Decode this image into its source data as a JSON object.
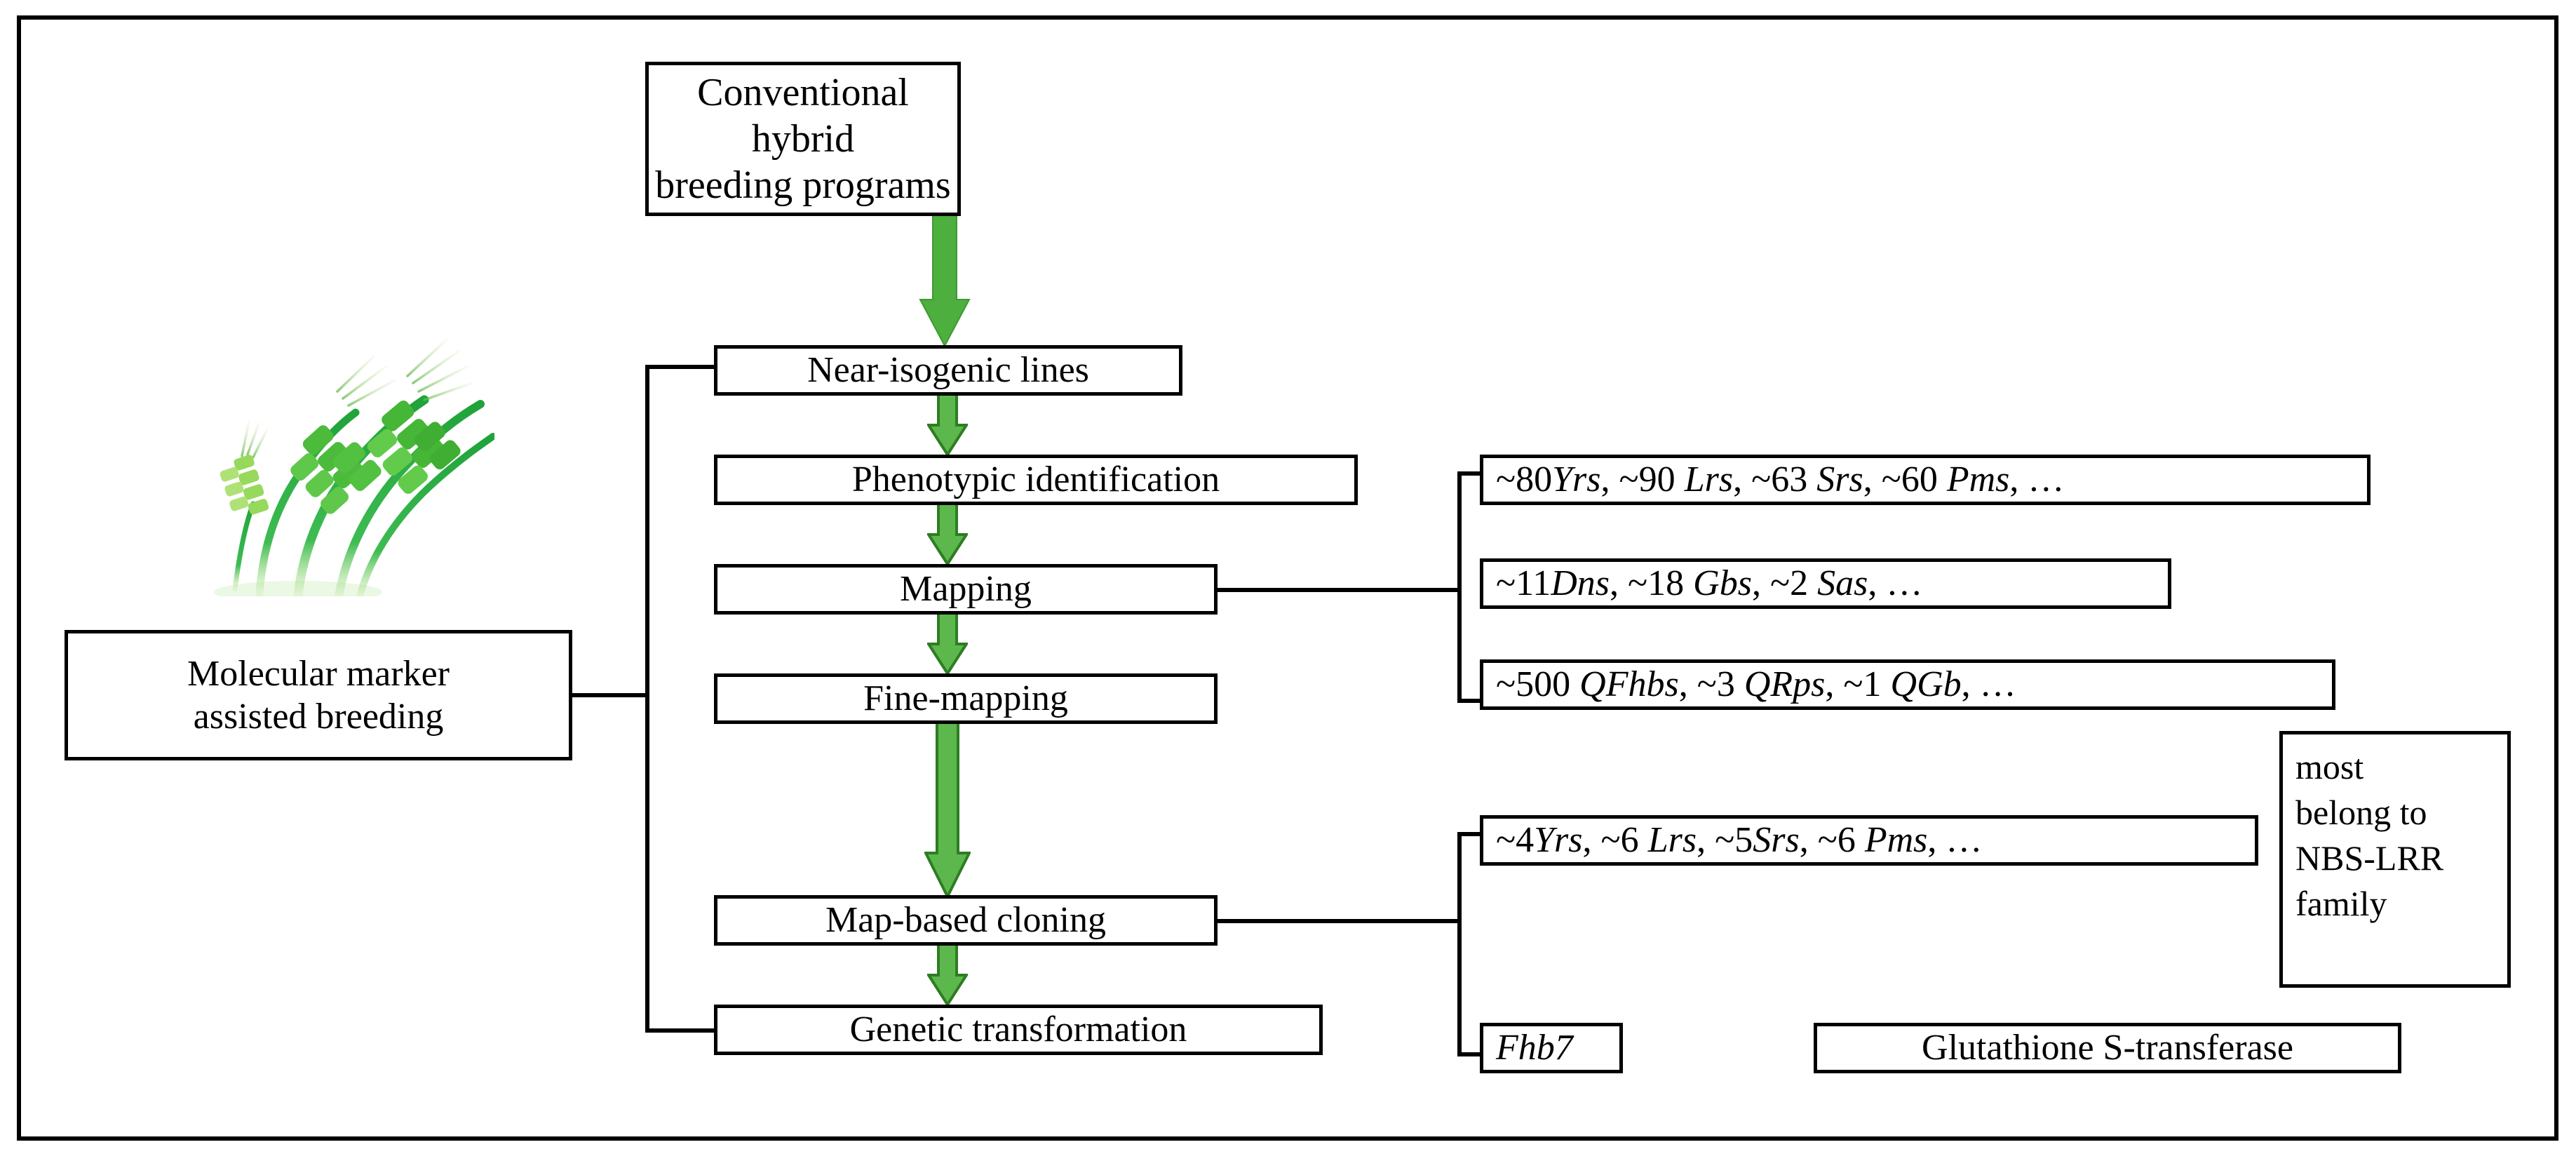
{
  "figure": {
    "kind": "flowchart",
    "frame_color": "#000000",
    "arrow_fill": "#4CAF3E",
    "arrow_stroke": "#2E7D22",
    "background": "#ffffff"
  },
  "illustration": {
    "name": "green-wheat-stalks",
    "colors": {
      "dark_green": "#22A03A",
      "mid_green": "#4CBB3C",
      "light_green": "#8DD44F",
      "pale_green": "#BCE08A"
    }
  },
  "pipeline": {
    "title_box": "Conventional hybrid\nbreeding programs",
    "steps": [
      {
        "id": "near-isogenic-lines",
        "label": "Near-isogenic lines"
      },
      {
        "id": "phenotypic-identification",
        "label": "Phenotypic identification"
      },
      {
        "id": "mapping",
        "label": "Mapping"
      },
      {
        "id": "fine-mapping",
        "label": "Fine-mapping"
      },
      {
        "id": "map-based-cloning",
        "label": "Map-based cloning"
      },
      {
        "id": "genetic-transformation",
        "label": "Genetic transformation"
      }
    ]
  },
  "side": {
    "molecular_marker_box": "Molecular marker\nassisted breeding"
  },
  "mapping_outputs": [
    {
      "id": "resistance-genes",
      "prefix": "~80",
      "parts": [
        {
          "text": "~80",
          "italic": false
        },
        {
          "text": "Yrs",
          "italic": true
        },
        {
          "text": ", ~90 ",
          "italic": false
        },
        {
          "text": "Lrs",
          "italic": true
        },
        {
          "text": ", ~63 ",
          "italic": false
        },
        {
          "text": "Srs",
          "italic": true
        },
        {
          "text": ", ~60 ",
          "italic": false
        },
        {
          "text": "Pms",
          "italic": true
        },
        {
          "text": ", …",
          "italic": false
        }
      ],
      "plain": "~80Yrs, ~90 Lrs, ~63 Srs, ~60 Pms, …"
    },
    {
      "id": "other-genes",
      "parts": [
        {
          "text": "~11",
          "italic": false
        },
        {
          "text": "Dns",
          "italic": true
        },
        {
          "text": ", ~18 ",
          "italic": false
        },
        {
          "text": "Gbs",
          "italic": true
        },
        {
          "text": ", ~2 ",
          "italic": false
        },
        {
          "text": "Sas",
          "italic": true
        },
        {
          "text": ", …",
          "italic": false
        }
      ],
      "plain": "~11Dns, ~18 Gbs, ~2 Sas, …"
    },
    {
      "id": "qtls",
      "parts": [
        {
          "text": "~500 ",
          "italic": false
        },
        {
          "text": "QFhbs",
          "italic": true
        },
        {
          "text": ", ~3 ",
          "italic": false
        },
        {
          "text": "QRps",
          "italic": true
        },
        {
          "text": ", ~1 ",
          "italic": false
        },
        {
          "text": "QGb",
          "italic": true
        },
        {
          "text": ", …",
          "italic": false
        }
      ],
      "plain": "~500 QFhbs, ~3 QRps, ~1 QGb, …"
    }
  ],
  "cloning_outputs": [
    {
      "id": "cloned-resistance-genes",
      "parts": [
        {
          "text": "~4",
          "italic": false
        },
        {
          "text": "Yrs",
          "italic": true
        },
        {
          "text": ", ~6 ",
          "italic": false
        },
        {
          "text": "Lrs",
          "italic": true
        },
        {
          "text": ", ~5",
          "italic": false
        },
        {
          "text": "Srs",
          "italic": true
        },
        {
          "text": ", ~6 ",
          "italic": false
        },
        {
          "text": "Pms",
          "italic": true
        },
        {
          "text": ",  …",
          "italic": false
        }
      ],
      "plain": "~4Yrs, ~6 Lrs, ~5Srs, ~6 Pms,  …"
    },
    {
      "id": "fhb7-gene",
      "parts": [
        {
          "text": "Fhb7",
          "italic": true
        }
      ],
      "plain": "Fhb7"
    }
  ],
  "annotations": {
    "nbs_lrr_note": "most\nbelong to\nNBS-LRR\nfamily",
    "fhb7_product": "Glutathione S-transferase"
  }
}
